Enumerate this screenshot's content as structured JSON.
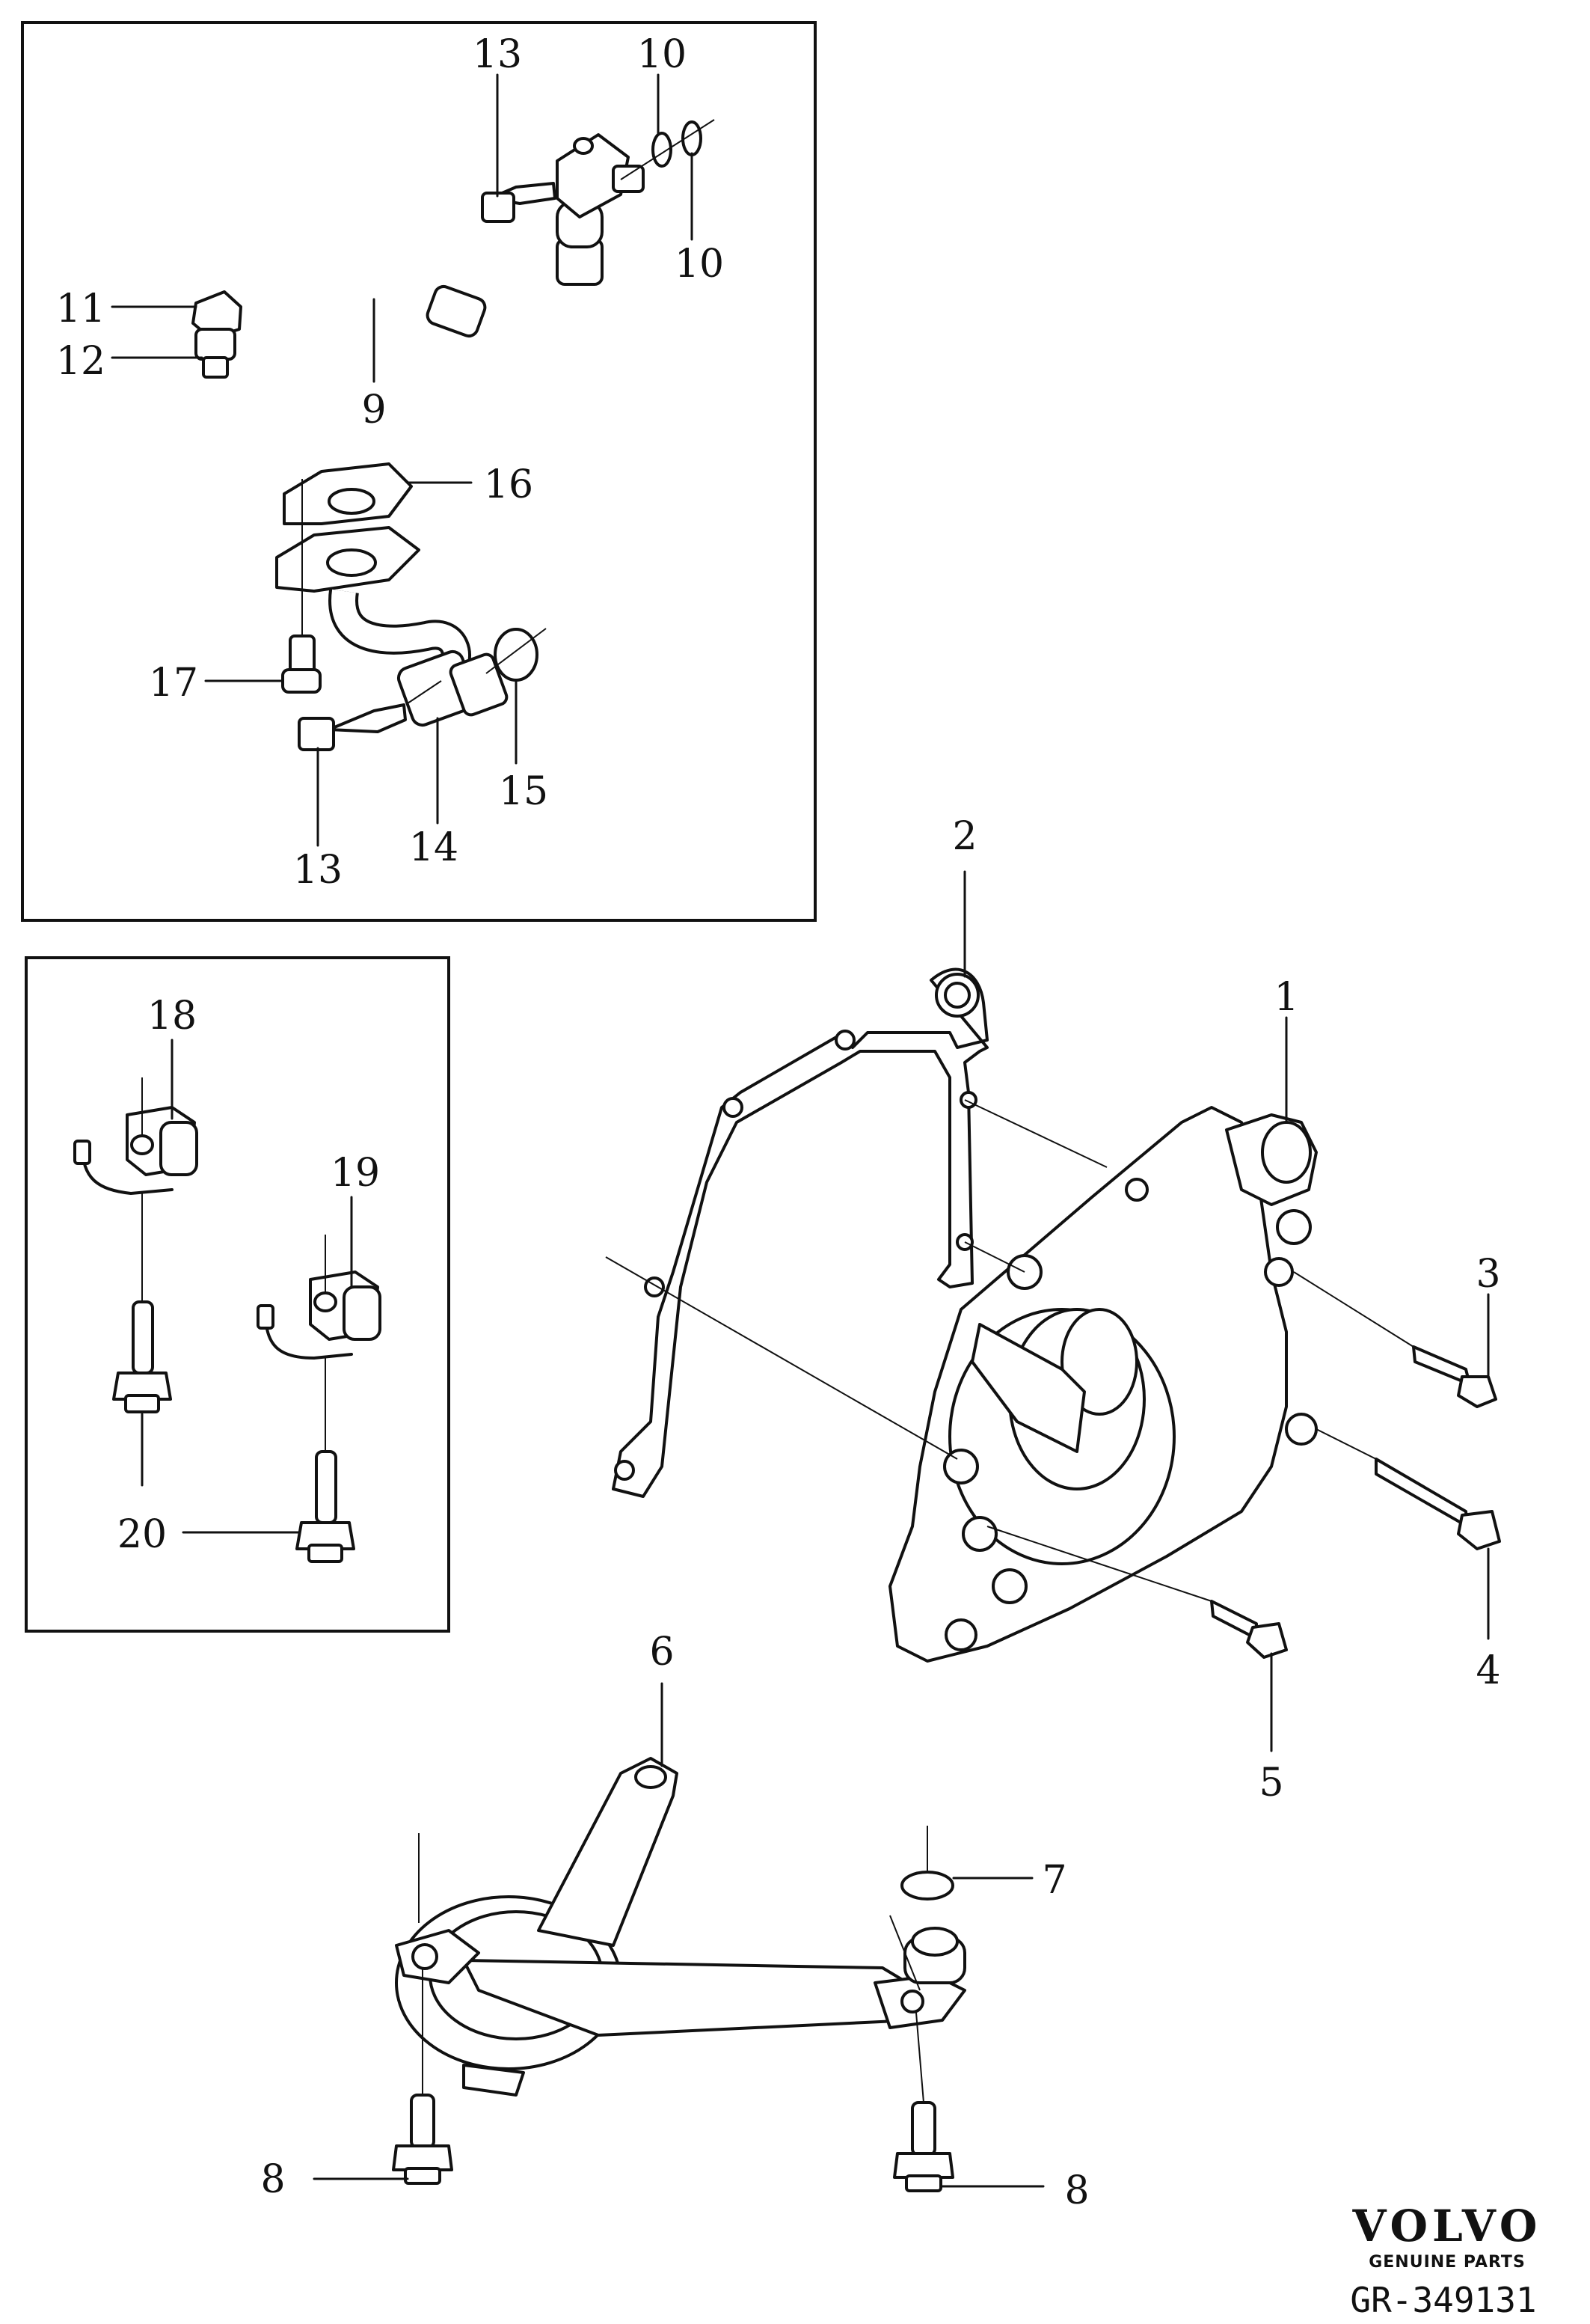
{
  "diagram": {
    "callouts": [
      "1",
      "2",
      "3",
      "4",
      "5",
      "6",
      "7",
      "8",
      "8",
      "9",
      "10",
      "10",
      "11",
      "12",
      "13",
      "13",
      "14",
      "15",
      "16",
      "17",
      "18",
      "19",
      "20"
    ]
  },
  "brand": {
    "logo_text": "VOLVO",
    "logo_subtext": "GENUINE PARTS",
    "reference": "GR-349131"
  }
}
